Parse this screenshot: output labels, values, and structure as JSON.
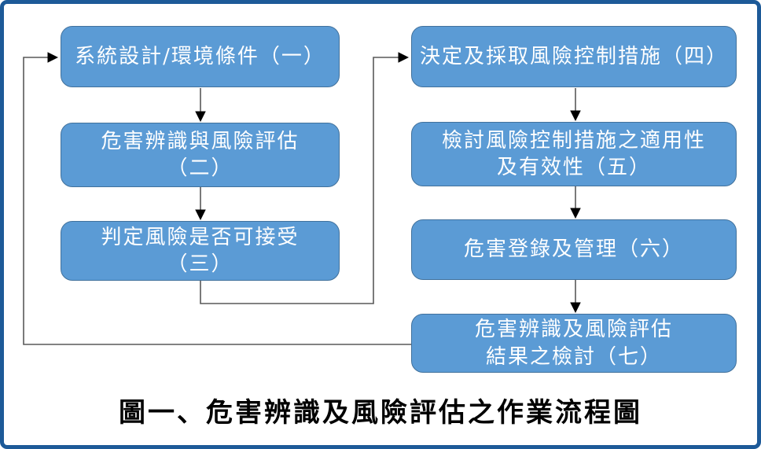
{
  "flowchart": {
    "caption": "圖一、危害辨識及風險評估之作業流程圖",
    "nodes": [
      {
        "id": "1",
        "line1": "系統設計/環境條件（一）",
        "line2": ""
      },
      {
        "id": "2",
        "line1": "危害辨識與風險評估",
        "line2": "（二）"
      },
      {
        "id": "3",
        "line1": "判定風險是否可接受",
        "line2": "（三）"
      },
      {
        "id": "4",
        "line1": "決定及採取風險控制措施（四）",
        "line2": ""
      },
      {
        "id": "5",
        "line1": "檢討風險控制措施之適用性",
        "line2": "及有效性（五）"
      },
      {
        "id": "6",
        "line1": "危害登錄及管理（六）",
        "line2": ""
      },
      {
        "id": "7",
        "line1": "危害辨識及風險評估",
        "line2": "結果之檢討（七）"
      }
    ],
    "connections": [
      {
        "from": "1",
        "to": "2",
        "type": "straight-down-arrow"
      },
      {
        "from": "2",
        "to": "3",
        "type": "straight-down-arrow"
      },
      {
        "from": "3",
        "to": "4",
        "type": "elbow-down-right-up-arrow"
      },
      {
        "from": "4",
        "to": "5",
        "type": "straight-down-arrow"
      },
      {
        "from": "5",
        "to": "6",
        "type": "straight-down-arrow"
      },
      {
        "from": "6",
        "to": "7",
        "type": "straight-down-arrow"
      },
      {
        "from": "7",
        "to": "1",
        "type": "elbow-left-up-right-arrow"
      }
    ],
    "colors": {
      "node_fill": "#5b9bd5",
      "node_border": "#41719c",
      "node_text": "#ffffff",
      "connector_line": "#595959",
      "arrowhead": "#000000",
      "frame_border": "#1d5a98",
      "background": "#ffffff",
      "caption_text": "#000000"
    }
  }
}
